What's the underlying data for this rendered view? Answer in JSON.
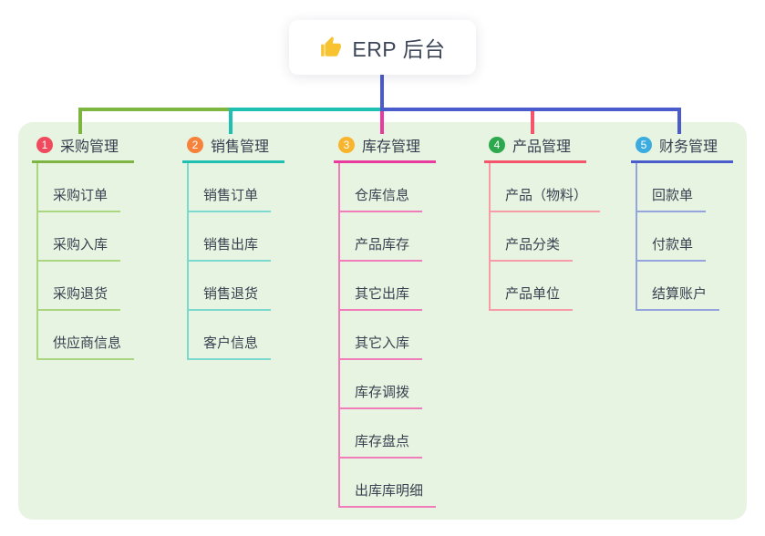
{
  "root": {
    "label": "ERP 后台",
    "icon": "thumbs-up-icon",
    "icon_color": "#F7C331"
  },
  "colors": {
    "panel_bg": "#E8F4E2",
    "canvas_bg": "#FFFFFF",
    "text": "#353E4F"
  },
  "branches": [
    {
      "num": "1",
      "label": "采购管理",
      "badge_color": "#F04A5E",
      "line": "#7CB53F",
      "line_light": "#ABD57E",
      "children": [
        "采购订单",
        "采购入库",
        "采购退货",
        "供应商信息"
      ]
    },
    {
      "num": "2",
      "label": "销售管理",
      "badge_color": "#F6823C",
      "line": "#1FC0B1",
      "line_light": "#7CD9CE",
      "children": [
        "销售订单",
        "销售出库",
        "销售退货",
        "客户信息"
      ]
    },
    {
      "num": "3",
      "label": "库存管理",
      "badge_color": "#F9B42D",
      "line": "#E93B9D",
      "line_light": "#F17CBA",
      "children": [
        "仓库信息",
        "产品库存",
        "其它出库",
        "其它入库",
        "库存调拨",
        "库存盘点",
        "出库库明细"
      ]
    },
    {
      "num": "4",
      "label": "产品管理",
      "badge_color": "#2EA84E",
      "line": "#F4556A",
      "line_light": "#F79CA6",
      "children": [
        "产品（物料）",
        "产品分类",
        "产品单位"
      ]
    },
    {
      "num": "5",
      "label": "财务管理",
      "badge_color": "#3BACE0",
      "line": "#4A5BCB",
      "line_light": "#96A4DE",
      "children": [
        "回款单",
        "付款单",
        "结算账户"
      ]
    }
  ]
}
